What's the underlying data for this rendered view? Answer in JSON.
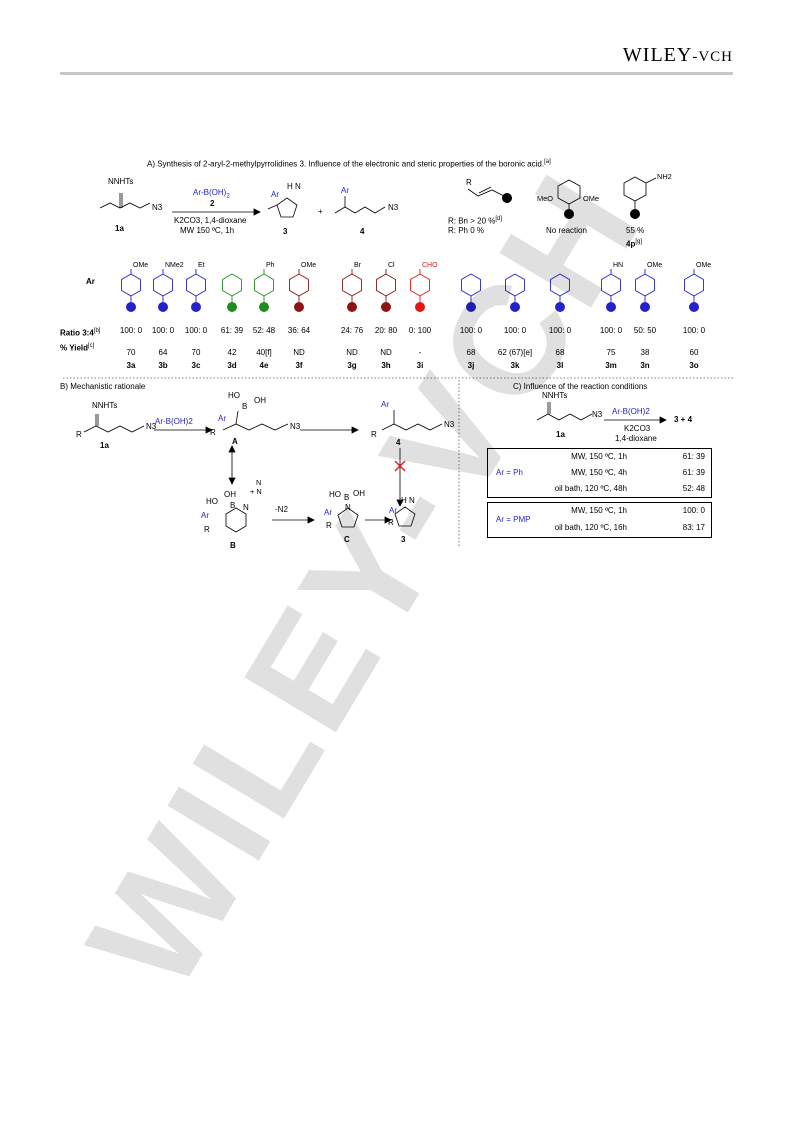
{
  "header": {
    "publisher_main": "WILEY",
    "publisher_suffix": "-VCH"
  },
  "sectionA": {
    "title": "A) Synthesis of 2-aryl-2-methylpyrrolidines 3. Influence of the electronic and steric properties of the boronic acid.",
    "title_ref": "[a]",
    "reagent": "Ar-B(OH)",
    "reagent_sub": "2",
    "reagent_num": "2",
    "cond1": "K2CO3, 1,4-dioxane",
    "cond2": "MW 150 ºC, 1h",
    "sm_label": "NNHTs",
    "sm_code": "1a",
    "azide": "N3",
    "prod3_code": "3",
    "prod4_code": "4",
    "plus": "+",
    "ar_label": "Ar",
    "nh_label": "H N",
    "vinyl_R": "R",
    "vinyl_line1": "R: Bn > 20 %",
    "vinyl_line1_ref": "[d]",
    "vinyl_line2": "R: Ph      0 %",
    "dimethoxy_left": "MeO",
    "dimethoxy_right": "OMe",
    "no_reaction": "No reaction",
    "amine_label": "NH2",
    "amine_yield": "55 %",
    "amine_code": "4p",
    "amine_ref": "[g]",
    "ar_row_label": "Ar",
    "ratio_label": "Ratio 3:4",
    "ratio_ref": "[b]",
    "yield_label": "% Yield",
    "yield_ref": "[c]",
    "entries": [
      {
        "sub": "OMe",
        "ratio": "100: 0",
        "yield": "70",
        "code": "3a",
        "color": "#2323c8"
      },
      {
        "sub": "NMe2",
        "ratio": "100: 0",
        "yield": "64",
        "code": "3b",
        "color": "#2323c8"
      },
      {
        "sub": "Et",
        "ratio": "100: 0",
        "yield": "70",
        "code": "3c",
        "color": "#2323c8"
      },
      {
        "sub": "",
        "ratio": "61: 39",
        "yield": "42",
        "code": "3d",
        "color": "#1e8c1e"
      },
      {
        "sub": "Ph",
        "ratio": "52: 48",
        "yield": "40[f]",
        "code": "4e",
        "color": "#1e8c1e"
      },
      {
        "sub": "OMe",
        "ratio": "36: 64",
        "yield": "ND",
        "code": "3f",
        "color": "#8c1414"
      },
      {
        "sub": "Br",
        "ratio": "24: 76",
        "yield": "ND",
        "code": "3g",
        "color": "#8c1414"
      },
      {
        "sub": "Cl",
        "ratio": "20: 80",
        "yield": "ND",
        "code": "3h",
        "color": "#8c1414"
      },
      {
        "sub": "CHO",
        "ratio": "0: 100",
        "yield": "-",
        "code": "3i",
        "color": "#e01818"
      },
      {
        "sub": "",
        "ratio": "100: 0",
        "yield": "68",
        "code": "3j",
        "color": "#2323c8"
      },
      {
        "sub": "",
        "ratio": "100: 0",
        "yield": "62 (67)[e]",
        "code": "3k",
        "color": "#2323c8"
      },
      {
        "sub": "",
        "ratio": "100: 0",
        "yield": "68",
        "code": "3l",
        "color": "#2323c8"
      },
      {
        "sub": "HN",
        "ratio": "100: 0",
        "yield": "75",
        "code": "3m",
        "color": "#2323c8"
      },
      {
        "sub": "OMe",
        "ratio": "50: 50",
        "yield": "38",
        "code": "3n",
        "color": "#2323c8"
      },
      {
        "sub": "OMe",
        "ratio": "100: 0",
        "yield": "60",
        "code": "3o",
        "color": "#2323c8"
      }
    ]
  },
  "sectionB": {
    "title": "B) Mechanistic rationale",
    "reagent": "Ar-B(OH)2",
    "sm_label": "NNHTs",
    "sm_code": "1a",
    "r": "R",
    "azide": "N3",
    "int_A": "A",
    "int_B": "B",
    "int_C": "C",
    "prod4": "4",
    "prod3": "3",
    "ho": "HO",
    "oh": "OH",
    "b_atom": "B",
    "ar": "Ar",
    "minus_n2": "-N2",
    "n_atom": "N",
    "nh": "H N",
    "plus_n": "+ N",
    "n2": "N"
  },
  "sectionC": {
    "title": "C) Influence of the reaction conditions",
    "sm_label": "NNHTs",
    "sm_code": "1a",
    "azide": "N3",
    "reagent": "Ar-B(OH)2",
    "base": "K2CO3",
    "solvent": "1,4-dioxane",
    "products": "3 + 4",
    "box1": {
      "ar": "Ar = Ph",
      "rows": [
        {
          "cond": "MW, 150 ºC, 1h",
          "ratio": "61: 39"
        },
        {
          "cond": "MW, 150 ºC, 4h",
          "ratio": "61: 39"
        },
        {
          "cond": "oil bath, 120 ºC, 48h",
          "ratio": "52: 48"
        }
      ]
    },
    "box2": {
      "ar": "Ar = PMP",
      "rows": [
        {
          "cond": "MW, 150 ºC, 1h",
          "ratio": "100: 0"
        },
        {
          "cond": "oil bath, 120 ºC, 16h",
          "ratio": "83: 17"
        }
      ]
    }
  },
  "watermark": {
    "text": "WILEY-VCH"
  }
}
